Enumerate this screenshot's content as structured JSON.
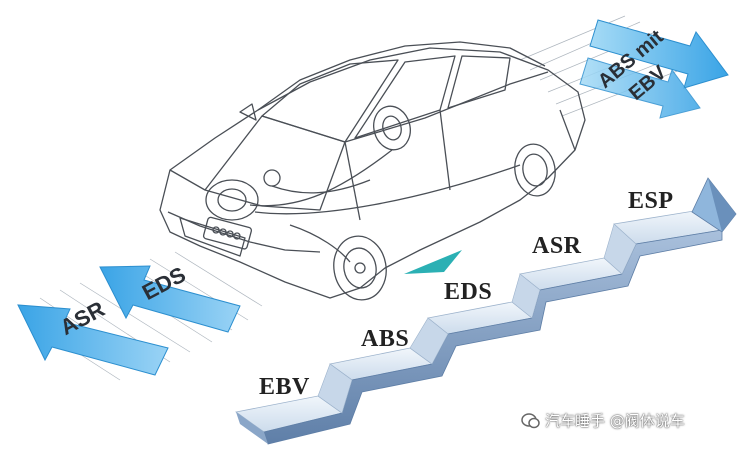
{
  "steps": [
    {
      "label": "EBV"
    },
    {
      "label": "ABS"
    },
    {
      "label": "EDS"
    },
    {
      "label": "ASR"
    },
    {
      "label": "ESP"
    }
  ],
  "left_arrows": {
    "outer": "ASR",
    "inner": "EDS"
  },
  "right_arrows": {
    "line1": "ABS mit",
    "line2": "EBV"
  },
  "watermark": {
    "text": "汽车睡手 @阀体说车",
    "icon": "wechat-icon"
  },
  "colors": {
    "arrow_blue": "#4fb0e8",
    "stair_top": "#dce9f4",
    "stair_front": "#7f9bbd",
    "teal": "#2bb0b4"
  }
}
